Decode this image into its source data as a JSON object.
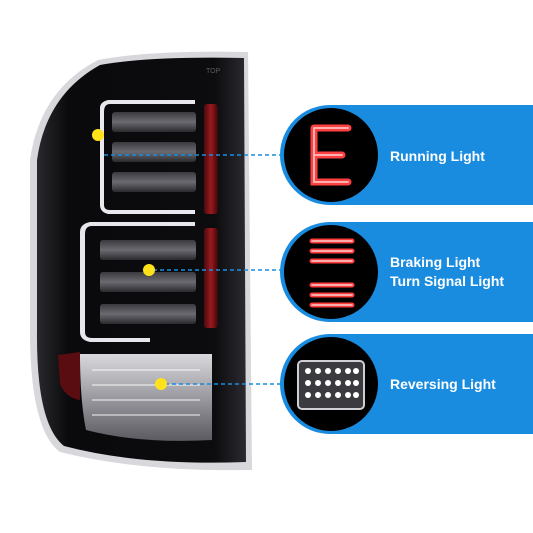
{
  "callouts": [
    {
      "id": "running",
      "label": "Running Light",
      "lines": [
        "Running Light"
      ]
    },
    {
      "id": "braking",
      "label": "Braking Light / Turn Signal Light",
      "lines": [
        "Braking Light",
        "Turn Signal Light"
      ]
    },
    {
      "id": "reversing",
      "label": "Reversing Light",
      "lines": [
        "Reversing Light"
      ]
    }
  ],
  "lamp_marking": "TOP",
  "colors": {
    "accent_blue": "#1a8ce0",
    "marker_yellow": "#ffe21a",
    "led_red": "#e0202a",
    "lamp_body": "#0b0b0d"
  }
}
